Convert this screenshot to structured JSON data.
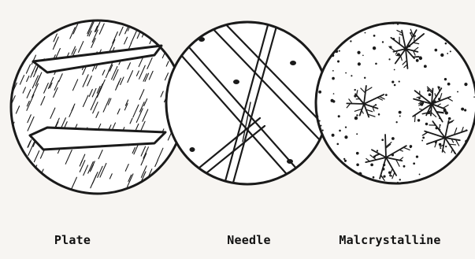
{
  "figure": {
    "panels": [
      {
        "id": "plate",
        "label": "Plate"
      },
      {
        "id": "needle",
        "label": "Needle"
      },
      {
        "id": "microcrystalline",
        "label": "Malcrystalline"
      }
    ],
    "colors": {
      "ink": "#1a1a1a",
      "paper": "#f7f5f2",
      "fill": "#ffffff"
    }
  }
}
